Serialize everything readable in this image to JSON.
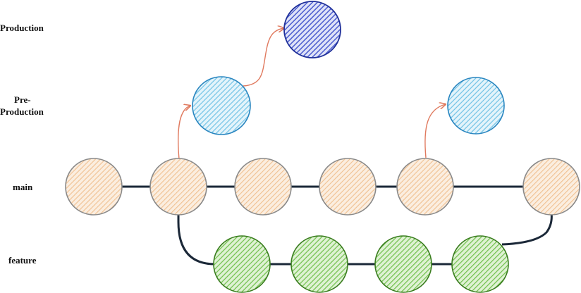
{
  "lanes": [
    {
      "id": "production",
      "label_lines": [
        "Production"
      ]
    },
    {
      "id": "preproduction",
      "label_lines": [
        "Pre-",
        "Production"
      ]
    },
    {
      "id": "main",
      "label_lines": [
        "main"
      ]
    },
    {
      "id": "feature",
      "label_lines": [
        "feature"
      ]
    }
  ],
  "colors": {
    "main_fill": "#f2c89a",
    "main_stroke": "#8a8a8a",
    "feature_fill": "#8fcf72",
    "feature_stroke": "#3a7d1f",
    "preprod_fill": "#7ec8e8",
    "preprod_stroke": "#2a86c0",
    "prod_fill": "#3f58d8",
    "prod_stroke": "#20309a",
    "branch_line": "#1b2838",
    "promote_arrow": "#e07a5f"
  },
  "counts": {
    "main_commits": 6,
    "feature_commits": 4,
    "preprod_deploys": 2,
    "prod_deploys": 1
  }
}
